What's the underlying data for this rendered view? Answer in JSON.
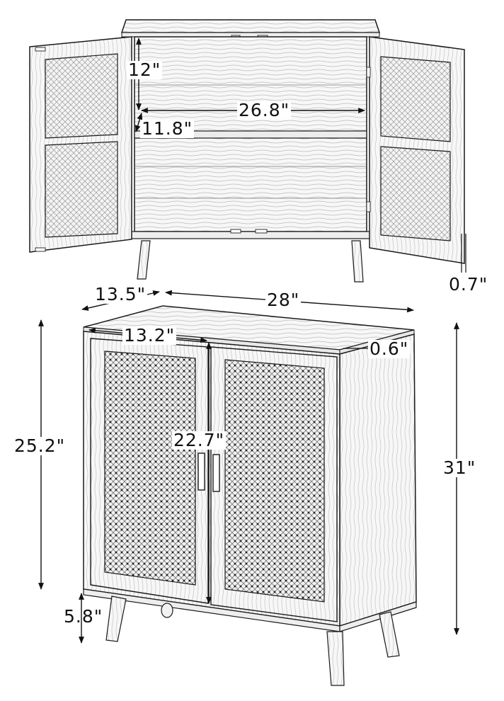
{
  "diagram": {
    "subject": "Cabinet with rattan cane doors",
    "views": [
      {
        "name": "open-doors-front-view"
      },
      {
        "name": "closed-perspective-view"
      }
    ],
    "colors": {
      "line": "#1a1a1a",
      "wood_fill": "#f4f4f4",
      "cane_fill": "#e6e6e6",
      "background": "#ffffff"
    }
  },
  "dimensions": {
    "top_view": {
      "shelf_height": "12\"",
      "inner_width": "26.8\"",
      "shelf_depth": "11.8\"",
      "door_thickness": "0.7\""
    },
    "bottom_view": {
      "depth": "13.5\"",
      "width": "28\"",
      "door_width": "13.2\"",
      "top_thickness": "0.6\"",
      "body_height": "25.2\"",
      "door_height": "22.7\"",
      "total_height": "31\"",
      "leg_height": "5.8\""
    }
  }
}
